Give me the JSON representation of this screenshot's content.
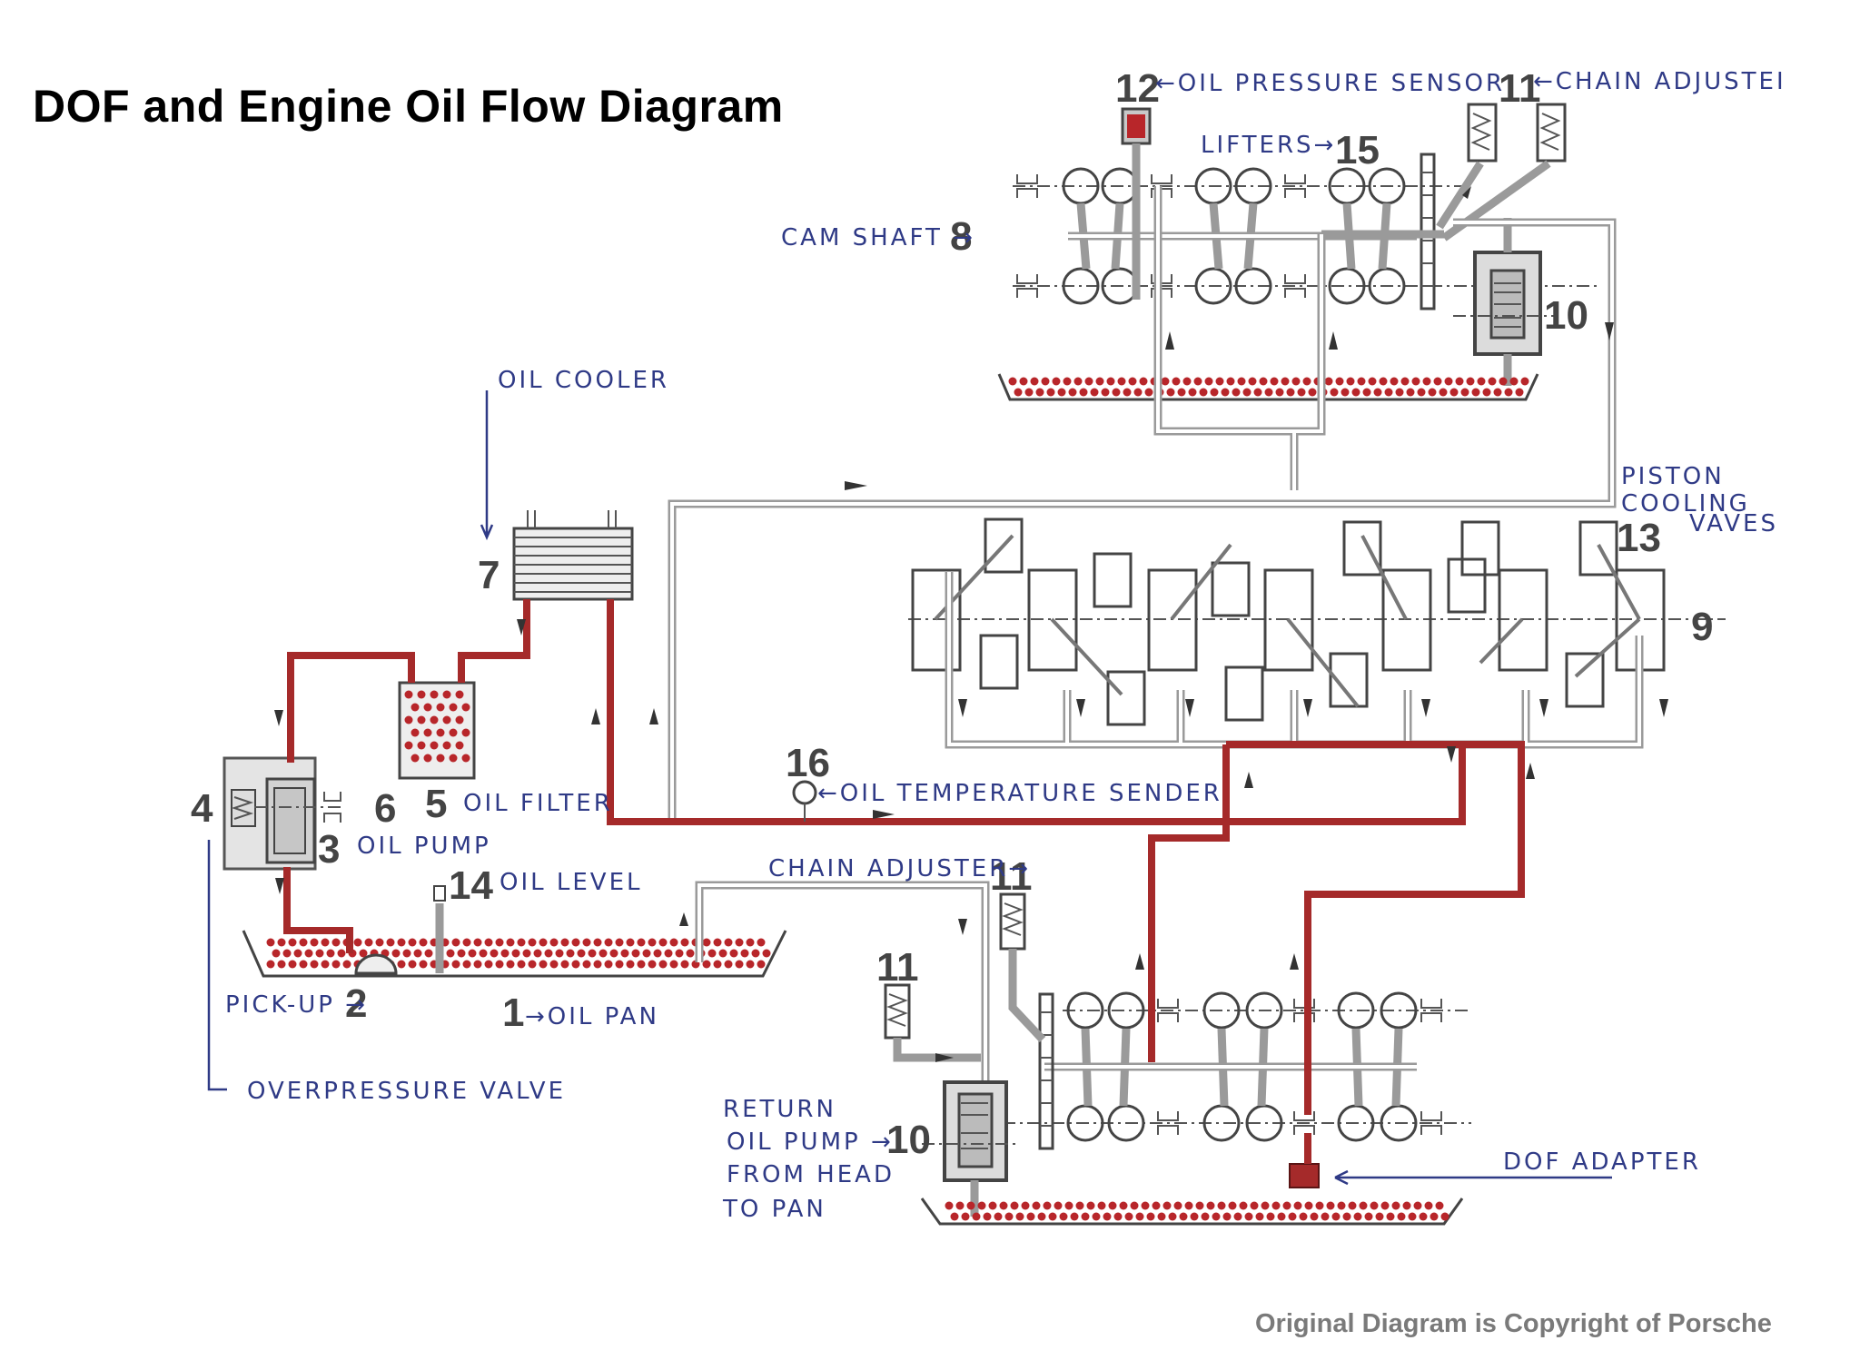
{
  "title": "DOF and Engine Oil Flow Diagram",
  "copyright": "Original Diagram is Copyright of Porsche",
  "colors": {
    "oil_flow": "#a52a2a",
    "oil_dots": "#b8262a",
    "handwriting": "#2f3a86",
    "passages": "#9a9a9a",
    "numbers": "#444444",
    "copyright_text": "#7a7a7a"
  },
  "components": [
    {
      "number": "1",
      "label": "OIL PAN",
      "prefix_arrow": "→"
    },
    {
      "number": "2",
      "label": "PICK-UP",
      "suffix_arrow": "→"
    },
    {
      "number": "3",
      "label": "OIL PUMP"
    },
    {
      "number": "4",
      "label": ""
    },
    {
      "number": "5",
      "label": "OIL FILTER"
    },
    {
      "number": "6",
      "label": ""
    },
    {
      "number": "7",
      "label": "OIL COOLER"
    },
    {
      "number": "8",
      "label": "CAM SHAFT",
      "suffix_arrow": "→"
    },
    {
      "number": "9",
      "label": ""
    },
    {
      "number": "10",
      "label": ""
    },
    {
      "number": "11",
      "label": "CHAIN ADJUSTER"
    },
    {
      "number": "12",
      "label": "OIL PRESSURE SENSOR"
    },
    {
      "number": "13",
      "label": "PISTON COOLING VAVES"
    },
    {
      "number": "14",
      "label": "OIL LEVEL"
    },
    {
      "number": "15",
      "label": "LIFTERS"
    },
    {
      "number": "16",
      "label": "OIL TEMPERATURE SENDER"
    }
  ],
  "labels": {
    "oil_pressure_sensor": "←OIL PRESSURE SENSOR",
    "chain_adjuster_top": "←CHAIN ADJUSTEI",
    "lifters": "LIFTERS→",
    "cam_shaft": "CAM SHAFT →",
    "oil_cooler": "OIL COOLER",
    "piston_cooling_line1": "PISTON",
    "piston_cooling_line2": "COOLING",
    "piston_cooling_line3": "VAVES",
    "oil_filter": "OIL FILTER",
    "oil_pump": "OIL PUMP",
    "oil_level": "OIL LEVEL",
    "oil_temp_sender": "←OIL TEMPERATURE SENDER",
    "chain_adjuster_bottom": "CHAIN ADJUSTER→",
    "pick_up": "PICK-UP →",
    "oil_pan": "→OIL PAN",
    "overpressure_valve": "OVERPRESSURE VALVE",
    "return_pump_line1": "RETURN",
    "return_pump_line2": "OIL PUMP →",
    "return_pump_line3": "FROM HEAD",
    "return_pump_line4": "TO PAN",
    "dof_adapter": "DOF ADAPTER"
  },
  "numbers": {
    "n1": "1",
    "n2": "2",
    "n3": "3",
    "n4": "4",
    "n5": "5",
    "n6": "6",
    "n7": "7",
    "n8": "8",
    "n9": "9",
    "n10_top": "10",
    "n10_bottom": "10",
    "n11_top": "11",
    "n11_mid": "11",
    "n11_bottom": "11",
    "n12": "12",
    "n13": "13",
    "n14": "14",
    "n15": "15",
    "n16": "16"
  }
}
